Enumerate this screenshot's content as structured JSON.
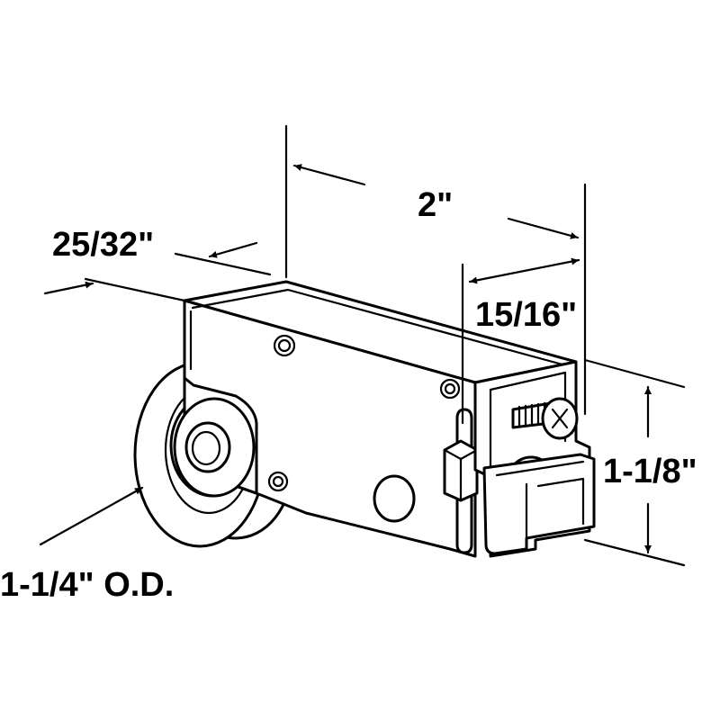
{
  "diagram": {
    "dimensions": {
      "height_from_left": "25/32\"",
      "length": "2\"",
      "bracket_width": "15/16\"",
      "height": "1-1/8\"",
      "wheel_diameter": "1-1/4\" O.D."
    }
  }
}
